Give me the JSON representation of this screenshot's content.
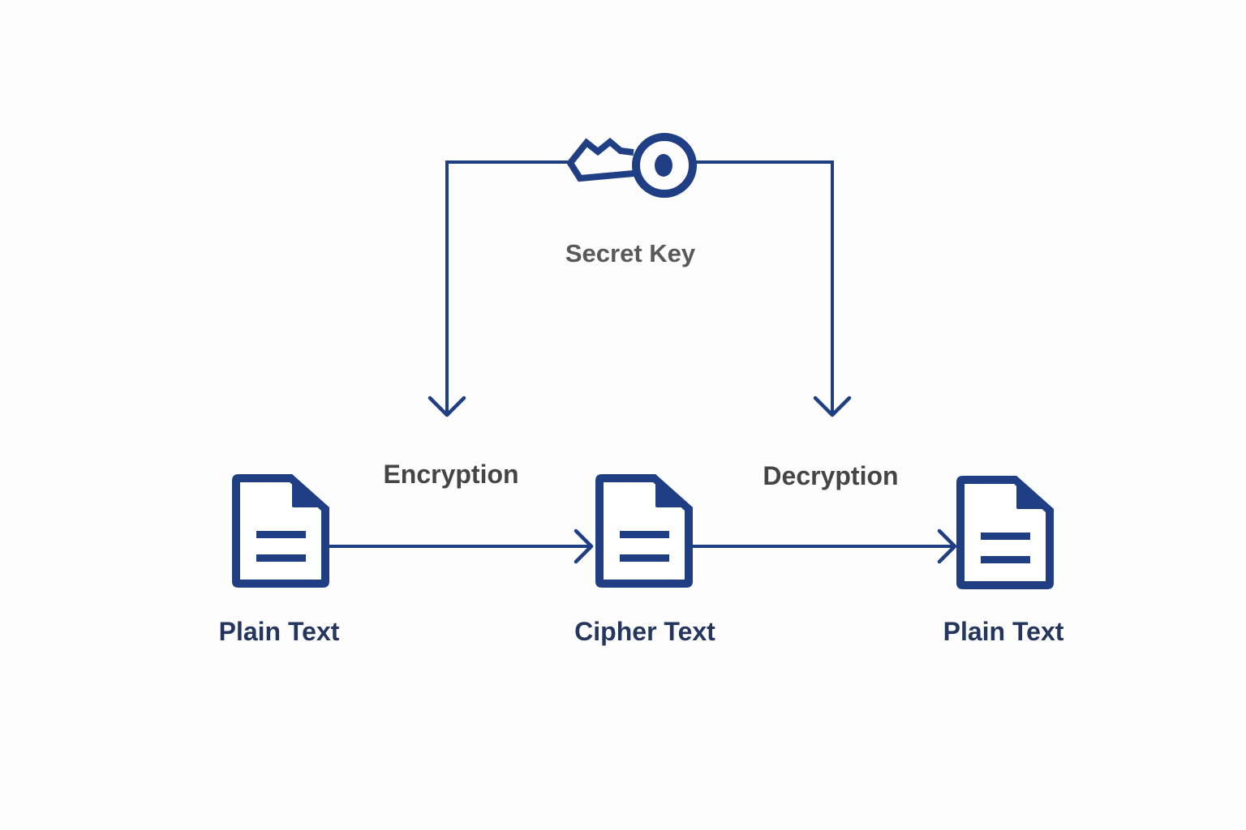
{
  "colors": {
    "primary": "#1f3e83",
    "background": "#fdfdfd",
    "key_label": "#58595b",
    "process_label": "#444547",
    "document_label": "#24365d"
  },
  "key": {
    "icon": "key-icon",
    "label": "Secret Key"
  },
  "processes": {
    "encryption": "Encryption",
    "decryption": "Decryption"
  },
  "documents": [
    {
      "icon": "document-icon",
      "label": "Plain Text"
    },
    {
      "icon": "document-icon",
      "label": "Cipher Text"
    },
    {
      "icon": "document-icon",
      "label": "Plain Text"
    }
  ]
}
